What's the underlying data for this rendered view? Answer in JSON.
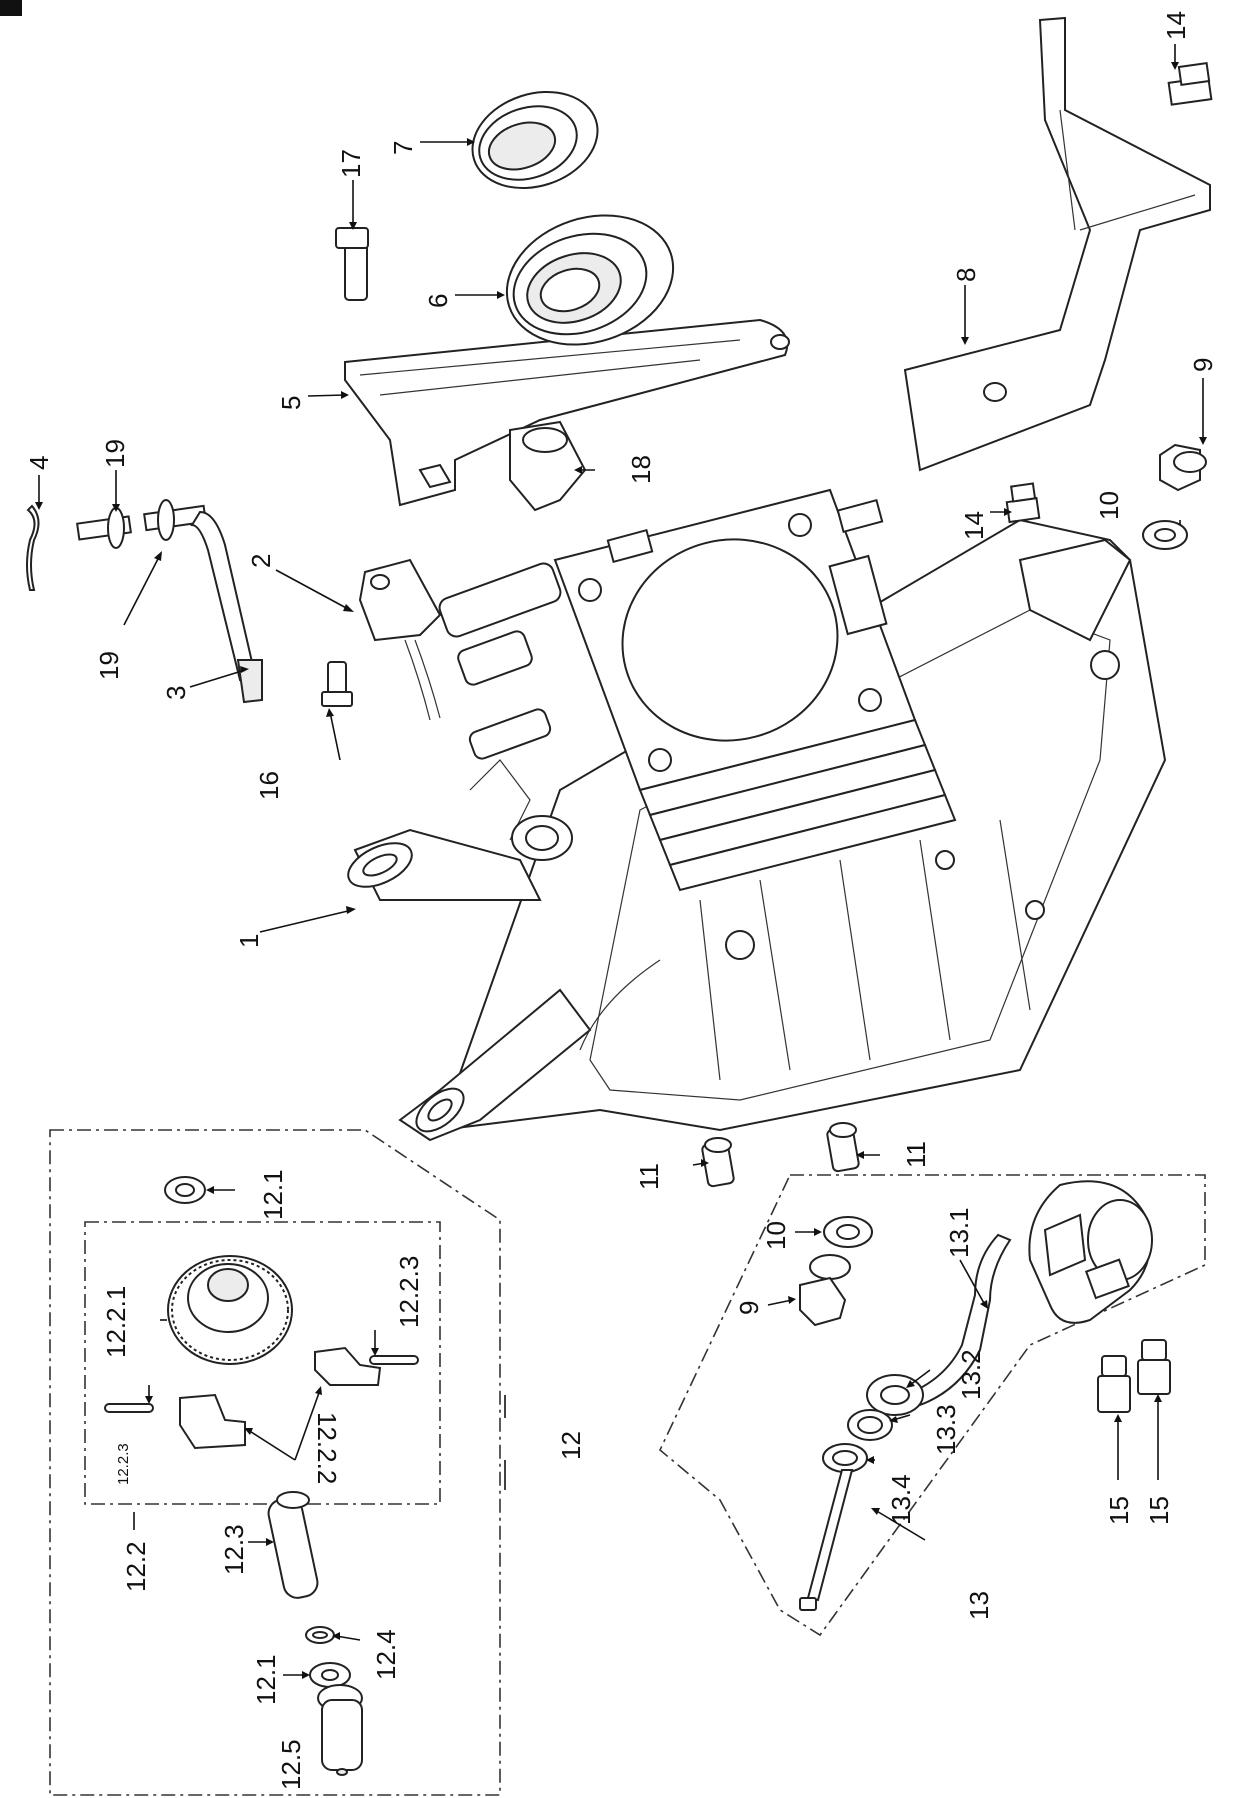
{
  "labels": {
    "p1": "1",
    "p2": "2",
    "p3": "3",
    "p4": "4",
    "p5": "5",
    "p6": "6",
    "p7": "7",
    "p8": "8",
    "p9a": "9",
    "p9b": "9",
    "p10a": "10",
    "p10b": "10",
    "p11a": "11",
    "p11b": "11",
    "p12": "12",
    "p12_1a": "12.1",
    "p12_1b": "12.1",
    "p12_2": "12.2",
    "p12_2_1": "12.2.1",
    "p12_2_2": "12.2.2",
    "p12_2_3a": "12.2.3",
    "p12_2_3b": "12.2.3",
    "p12_3": "12.3",
    "p12_4": "12.4",
    "p12_5": "12.5",
    "p13": "13",
    "p13_1": "13.1",
    "p13_2": "13.2",
    "p13_3": "13.3",
    "p13_4": "13.4",
    "p14a": "14",
    "p14b": "14",
    "p15a": "15",
    "p15b": "15",
    "p16": "16",
    "p17": "17",
    "p18": "18",
    "p19a": "19",
    "p19b": "19"
  }
}
